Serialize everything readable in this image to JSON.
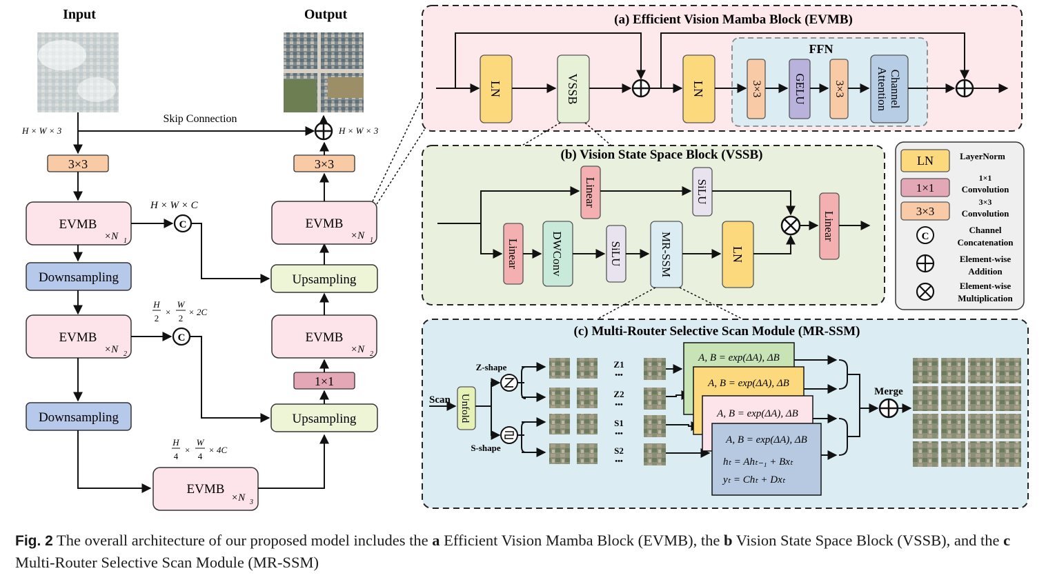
{
  "left": {
    "input_label": "Input",
    "output_label": "Output",
    "skip_label": "Skip Connection",
    "dim_in": "H × W × 3",
    "dim_out": "H × W × 3",
    "dim_c1": "H × W × C",
    "dim_c2_a": "H",
    "dim_c2_b": "2",
    "dim_c2_c": "W",
    "dim_c2_d": "2",
    "dim_c2_e": "× 2C",
    "dim_c3_a": "H",
    "dim_c3_b": "4",
    "dim_c3_c": "W",
    "dim_c3_d": "4",
    "dim_c3_e": "× 4C",
    "conv_in": "3×3",
    "conv_out": "3×3",
    "conv_1x1": "1×1",
    "evmb": "EVMB",
    "mult_n1": "×N",
    "mult_n2": "×N",
    "mult_n3": "×N",
    "sub1": "1",
    "sub2": "2",
    "sub3": "3",
    "downsampling": "Downsampling",
    "upsampling": "Upsampling",
    "concat": "C"
  },
  "evmb_panel": {
    "title": "(a) Efficient Vision Mamba Block (EVMB)",
    "ln": "LN",
    "vssb": "VSSB",
    "ffn": "FFN",
    "conv": "3×3",
    "gelu": "GELU",
    "ca1": "Channel",
    "ca2": "Attention"
  },
  "vssb_panel": {
    "title": "(b) Vision State Space Block (VSSB)",
    "linear": "Linear",
    "silu": "SiLU",
    "dwconv": "DWConv",
    "mrssm": "MR-SSM",
    "ln": "LN"
  },
  "legend": {
    "ln_box": "LN",
    "ln_desc": "LayerNorm",
    "c1_box": "1×1",
    "c1_desc1": "1×1",
    "c1_desc2": "Convolution",
    "c3_box": "3×3",
    "c3_desc1": "3×3",
    "c3_desc2": "Convolution",
    "cc_sym": "C",
    "cc_desc1": "Channel",
    "cc_desc2": "Concatenation",
    "add_desc1": "Element-wise",
    "add_desc2": "Addition",
    "mul_desc1": "Element-wise",
    "mul_desc2": "Multiplication"
  },
  "mrssm_panel": {
    "title": "(c) Multi-Router Selective Scan Module (MR-SSM)",
    "scan": "Scan",
    "unfold": "Unfold",
    "zshape": "Z-shape",
    "sshape": "S-shape",
    "z1": "Z1",
    "z2": "Z2",
    "s1": "S1",
    "s2": "S2",
    "dots": "•••",
    "eq_ab": "A, B = exp(ΔA), ΔB",
    "eq_h": "hₜ = Ahₜ₋₁ + Bxₜ",
    "eq_y": "yₜ = Chₜ + Dxₜ",
    "merge": "Merge"
  },
  "caption": {
    "fig": "Fig. 2",
    "t1": " The overall architecture of our proposed model includes the ",
    "a": "a",
    "t2": " Efficient Vision Mamba Block (EVMB), the ",
    "b": "b",
    "t3": " Vision State Space Block (VSSB), and the ",
    "c": "c",
    "t4": " Multi-Router Selective Scan Module (MR-SSM)"
  },
  "colors": {
    "pink_panel": "#fde8ec",
    "green_panel": "#e9f0dd",
    "blue_panel": "#dbedf3",
    "ln": "#fbd97c",
    "vssb": "#e6f1d8",
    "conv3": "#f9caa6",
    "gelu": "#b9b2dd",
    "channel_attention": "#b7cde6",
    "linear": "#f4b0b0",
    "dwconv": "#c8eadb",
    "silu": "#e8e3ee",
    "evmb": "#fde4ea",
    "downsampling": "#b7c9ea",
    "upsampling": "#eef5d7",
    "conv1": "#e4a7b5"
  }
}
